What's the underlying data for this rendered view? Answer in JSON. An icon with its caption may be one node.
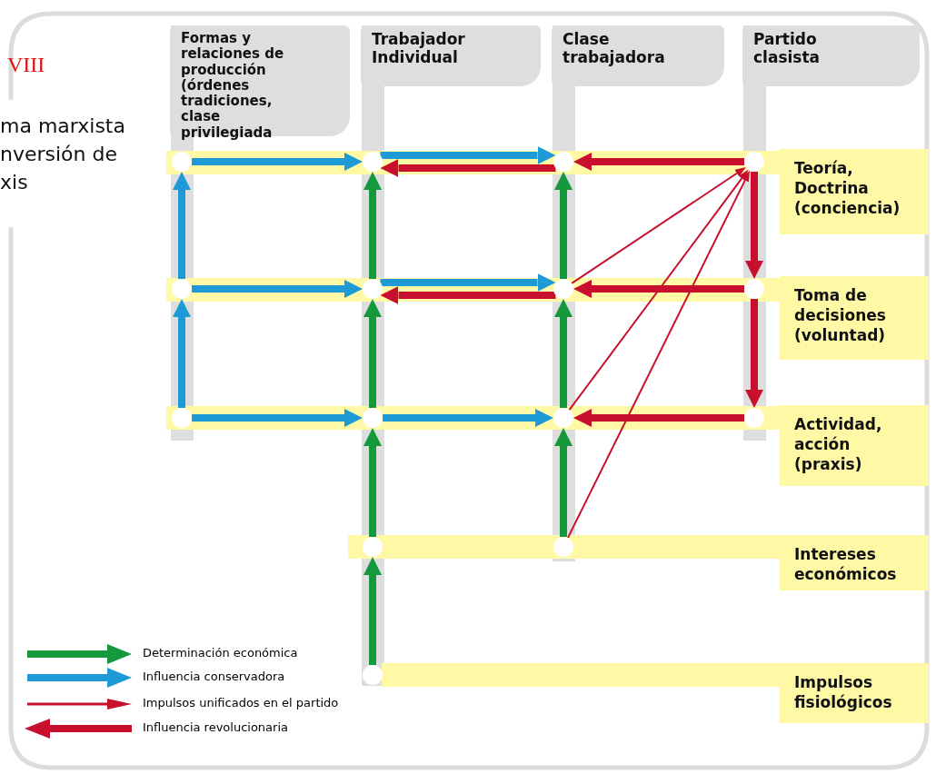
{
  "diagram": {
    "nodes": [
      {
        "text": [
          "Formas y relaciones de producción (órdenes tradiciones, clase privilegiada"
        ]
      },
      {
        "text": [
          "Trabajador Individual"
        ]
      },
      {
        "text": [
          "Clase trabajadora"
        ]
      },
      {
        "text": [
          "Partido clasista"
        ]
      },
      {
        "text": [
          "Teoría, Doctrina (conciencia)"
        ]
      },
      {
        "text": [
          "Toma de decisiones (voluntad)"
        ]
      },
      {
        "text": [
          "Actividad, acción (praxis)"
        ]
      },
      {
        "text": [
          "Intereses económicos"
        ]
      },
      {
        "text": [
          "Impulsos fisiológicos"
        ]
      },
      {
        "text": [],
        "shape": "circle"
      },
      {
        "text": [],
        "shape": "circle"
      },
      {
        "text": [],
        "shape": "circle"
      },
      {
        "text": [],
        "shape": "circle"
      },
      {
        "text": [],
        "shape": "circle"
      },
      {
        "text": [],
        "shape": "circle"
      },
      {
        "text": [],
        "shape": "circle"
      },
      {
        "text": [],
        "shape": "circle"
      },
      {
        "text": [],
        "shape": "circle"
      },
      {
        "text": [],
        "shape": "circle"
      },
      {
        "text": [],
        "shape": "circle"
      },
      {
        "text": [],
        "shape": "circle"
      },
      {
        "text": [],
        "shape": "circle"
      },
      {
        "text": [],
        "shape": "circle"
      },
      {
        "text": [],
        "shape": "circle"
      }
    ],
    "edges": [
      {
        "from": 17,
        "to": 13,
        "arrow": "to",
        "color": "#1e9ad6"
      },
      {
        "from": 13,
        "to": 9,
        "arrow": "to",
        "color": "#1e9ad6"
      },
      {
        "from": 9,
        "to": 10,
        "arrow": "to",
        "color": "#1e9ad6"
      },
      {
        "from": 13,
        "to": 14,
        "arrow": "to",
        "color": "#1e9ad6"
      },
      {
        "from": 17,
        "to": 18,
        "arrow": "to",
        "color": "#1e9ad6"
      },
      {
        "from": 10,
        "to": 11,
        "arrow": "to",
        "color": "#1e9ad6"
      },
      {
        "from": 14,
        "to": 15,
        "arrow": "to",
        "color": "#1e9ad6"
      },
      {
        "from": 18,
        "to": 19,
        "arrow": "to",
        "color": "#1e9ad6"
      },
      {
        "from": 23,
        "to": 21,
        "arrow": "to",
        "color": "#16993c"
      },
      {
        "from": 21,
        "to": 18,
        "arrow": "to",
        "color": "#16993c"
      },
      {
        "from": 18,
        "to": 14,
        "arrow": "to",
        "color": "#16993c"
      },
      {
        "from": 14,
        "to": 10,
        "arrow": "to",
        "color": "#16993c"
      },
      {
        "from": 22,
        "to": 19,
        "arrow": "to",
        "color": "#16993c"
      },
      {
        "from": 19,
        "to": 15,
        "arrow": "to",
        "color": "#16993c"
      },
      {
        "from": 15,
        "to": 11,
        "arrow": "to",
        "color": "#16993c"
      },
      {
        "from": 11,
        "to": 10,
        "arrow": "to",
        "color": "#c8102e"
      },
      {
        "from": 15,
        "to": 14,
        "arrow": "to",
        "color": "#c8102e"
      },
      {
        "from": 12,
        "to": 11,
        "arrow": "to",
        "color": "#c8102e"
      },
      {
        "from": 16,
        "to": 15,
        "arrow": "to",
        "color": "#c8102e"
      },
      {
        "from": 20,
        "to": 19,
        "arrow": "to",
        "color": "#c8102e"
      },
      {
        "from": 12,
        "to": 16,
        "arrow": "to",
        "color": "#c8102e"
      },
      {
        "from": 16,
        "to": 20,
        "arrow": "to",
        "color": "#c8102e"
      },
      {
        "from": 15,
        "to": 12,
        "arrow": "to",
        "color": "#c8102e"
      },
      {
        "from": 19,
        "to": 12,
        "arrow": "to",
        "color": "#c8102e"
      },
      {
        "from": 22,
        "to": 12,
        "arrow": "to",
        "color": "#c8102e"
      }
    ],
    "labels": [
      "VIII",
      "ma marxista nversión de xis"
    ],
    "legend": [
      {
        "text": "Determinación económica",
        "color": "#16993c"
      },
      {
        "text": "Influencia conservadora",
        "color": "#1e9ad6"
      },
      {
        "text": "Impulsos unificados en el partido",
        "color": "#c8102e"
      },
      {
        "text": "Influencia revolucionaria",
        "color": "#c8102e"
      }
    ]
  }
}
